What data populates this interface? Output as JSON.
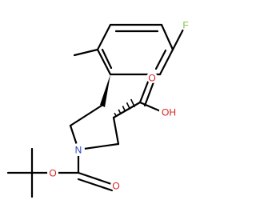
{
  "molecule": {
    "atoms": {
      "fluorine": "F",
      "nitrogen": "N",
      "acid_hydroxyl": "OH",
      "acid_carbonyl_oxygen": "O",
      "boc_ester_oxygen": "O",
      "boc_carbonyl_oxygen": "O"
    },
    "colors": {
      "bond": "#000000",
      "fluorine": "#7fbf3f",
      "nitrogen": "#1f3fbf",
      "oxygen": "#d81e1e"
    }
  }
}
